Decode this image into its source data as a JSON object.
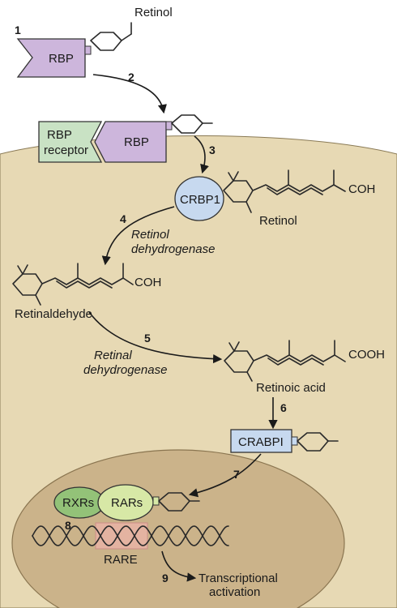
{
  "colors": {
    "cell": "#e7d9b4",
    "nucleus": "#cbb38a",
    "rbp": "#cdb6dc",
    "rbp_receptor": "#c9e2c4",
    "crbp1": "#c7d9ef",
    "crabp": "#c7d9ef",
    "rxr": "#93c278",
    "rar": "#d7e8a6",
    "rare_box": "#e9b3a6"
  },
  "steps": {
    "s1": "1",
    "s2": "2",
    "s3": "3",
    "s4": "4",
    "s5": "5",
    "s6": "6",
    "s7": "7",
    "s8": "8",
    "s9": "9"
  },
  "labels": {
    "retinol_top": "Retinol",
    "rbp": "RBP",
    "rbp_receptor_line1": "RBP",
    "rbp_receptor_line2": "receptor",
    "rbp_bound": "RBP",
    "crbp1": "CRBP1",
    "retinol_mol_group": "COH",
    "retinol_mol": "Retinol",
    "enzyme1_line1": "Retinol",
    "enzyme1_line2": "dehydrogenase",
    "retinaldehyde_group": "COH",
    "retinaldehyde": "Retinaldehyde",
    "enzyme2_line1": "Retinal",
    "enzyme2_line2": "dehydrogenase",
    "retinoic_group": "COOH",
    "retinoic_acid": "Retinoic acid",
    "crabp": "CRABPI",
    "rxrs": "RXRs",
    "rars": "RARs",
    "rare": "RARE",
    "transcription_line1": "Transcriptional",
    "transcription_line2": "activation"
  }
}
